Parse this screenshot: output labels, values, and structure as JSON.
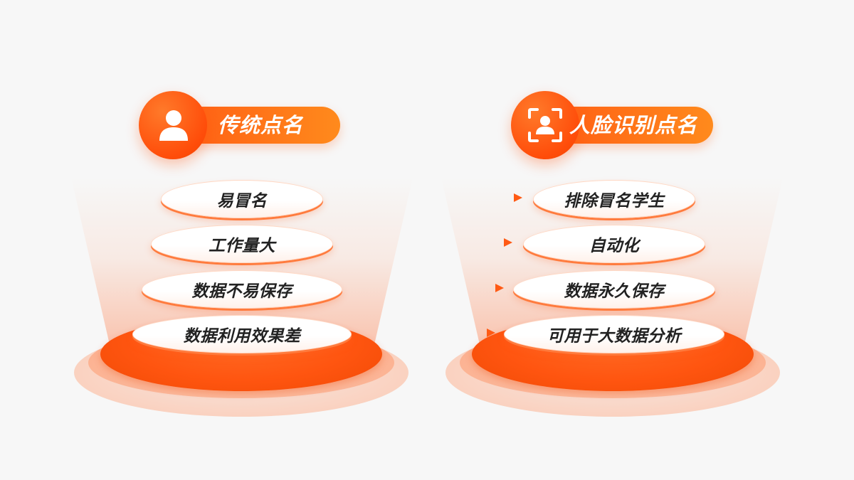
{
  "left": {
    "title": "传统点名",
    "icon": "person-icon",
    "items": [
      "易冒名",
      "工作量大",
      "数据不易保存",
      "数据利用效果差"
    ]
  },
  "right": {
    "title": "人脸识别点名",
    "icon": "face-scan-icon",
    "items": [
      "排除冒名学生",
      "自动化",
      "数据永久保存",
      "可用于大数据分析"
    ]
  },
  "colors": {
    "accent": "#ff5a14",
    "accent_light": "#ff8a1c",
    "text": "#222222"
  }
}
